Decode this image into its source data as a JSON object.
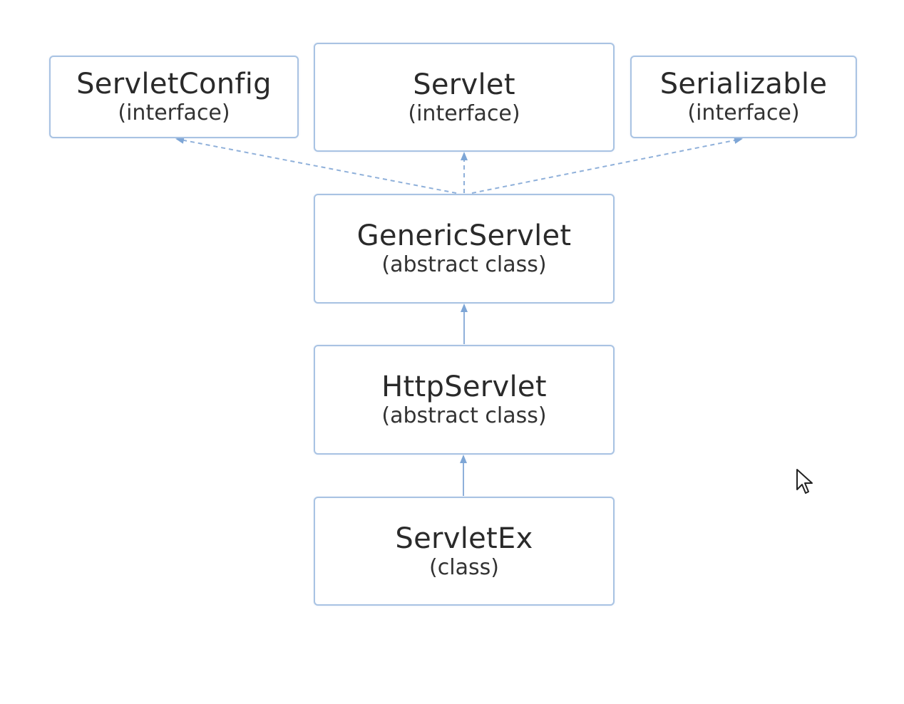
{
  "colors": {
    "box_border": "#a9c3e3",
    "connector": "#7ea6d6",
    "text": "#2a2a2a"
  },
  "nodes": {
    "servlet_config": {
      "name": "ServletConfig",
      "kind": "(interface)"
    },
    "servlet": {
      "name": "Servlet",
      "kind": "(interface)"
    },
    "serializable": {
      "name": "Serializable",
      "kind": "(interface)"
    },
    "generic_servlet": {
      "name": "GenericServlet",
      "kind": "(abstract class)"
    },
    "http_servlet": {
      "name": "HttpServlet",
      "kind": "(abstract class)"
    },
    "servlet_ex": {
      "name": "ServletEx",
      "kind": "(class)"
    }
  },
  "edges": [
    {
      "from": "generic_servlet",
      "to": "servlet_config",
      "style": "dashed",
      "relation": "implements"
    },
    {
      "from": "generic_servlet",
      "to": "servlet",
      "style": "dashed",
      "relation": "implements"
    },
    {
      "from": "generic_servlet",
      "to": "serializable",
      "style": "dashed",
      "relation": "implements"
    },
    {
      "from": "http_servlet",
      "to": "generic_servlet",
      "style": "solid",
      "relation": "extends"
    },
    {
      "from": "servlet_ex",
      "to": "http_servlet",
      "style": "solid",
      "relation": "extends"
    }
  ],
  "cursor": {
    "icon": "mouse-pointer-icon"
  }
}
